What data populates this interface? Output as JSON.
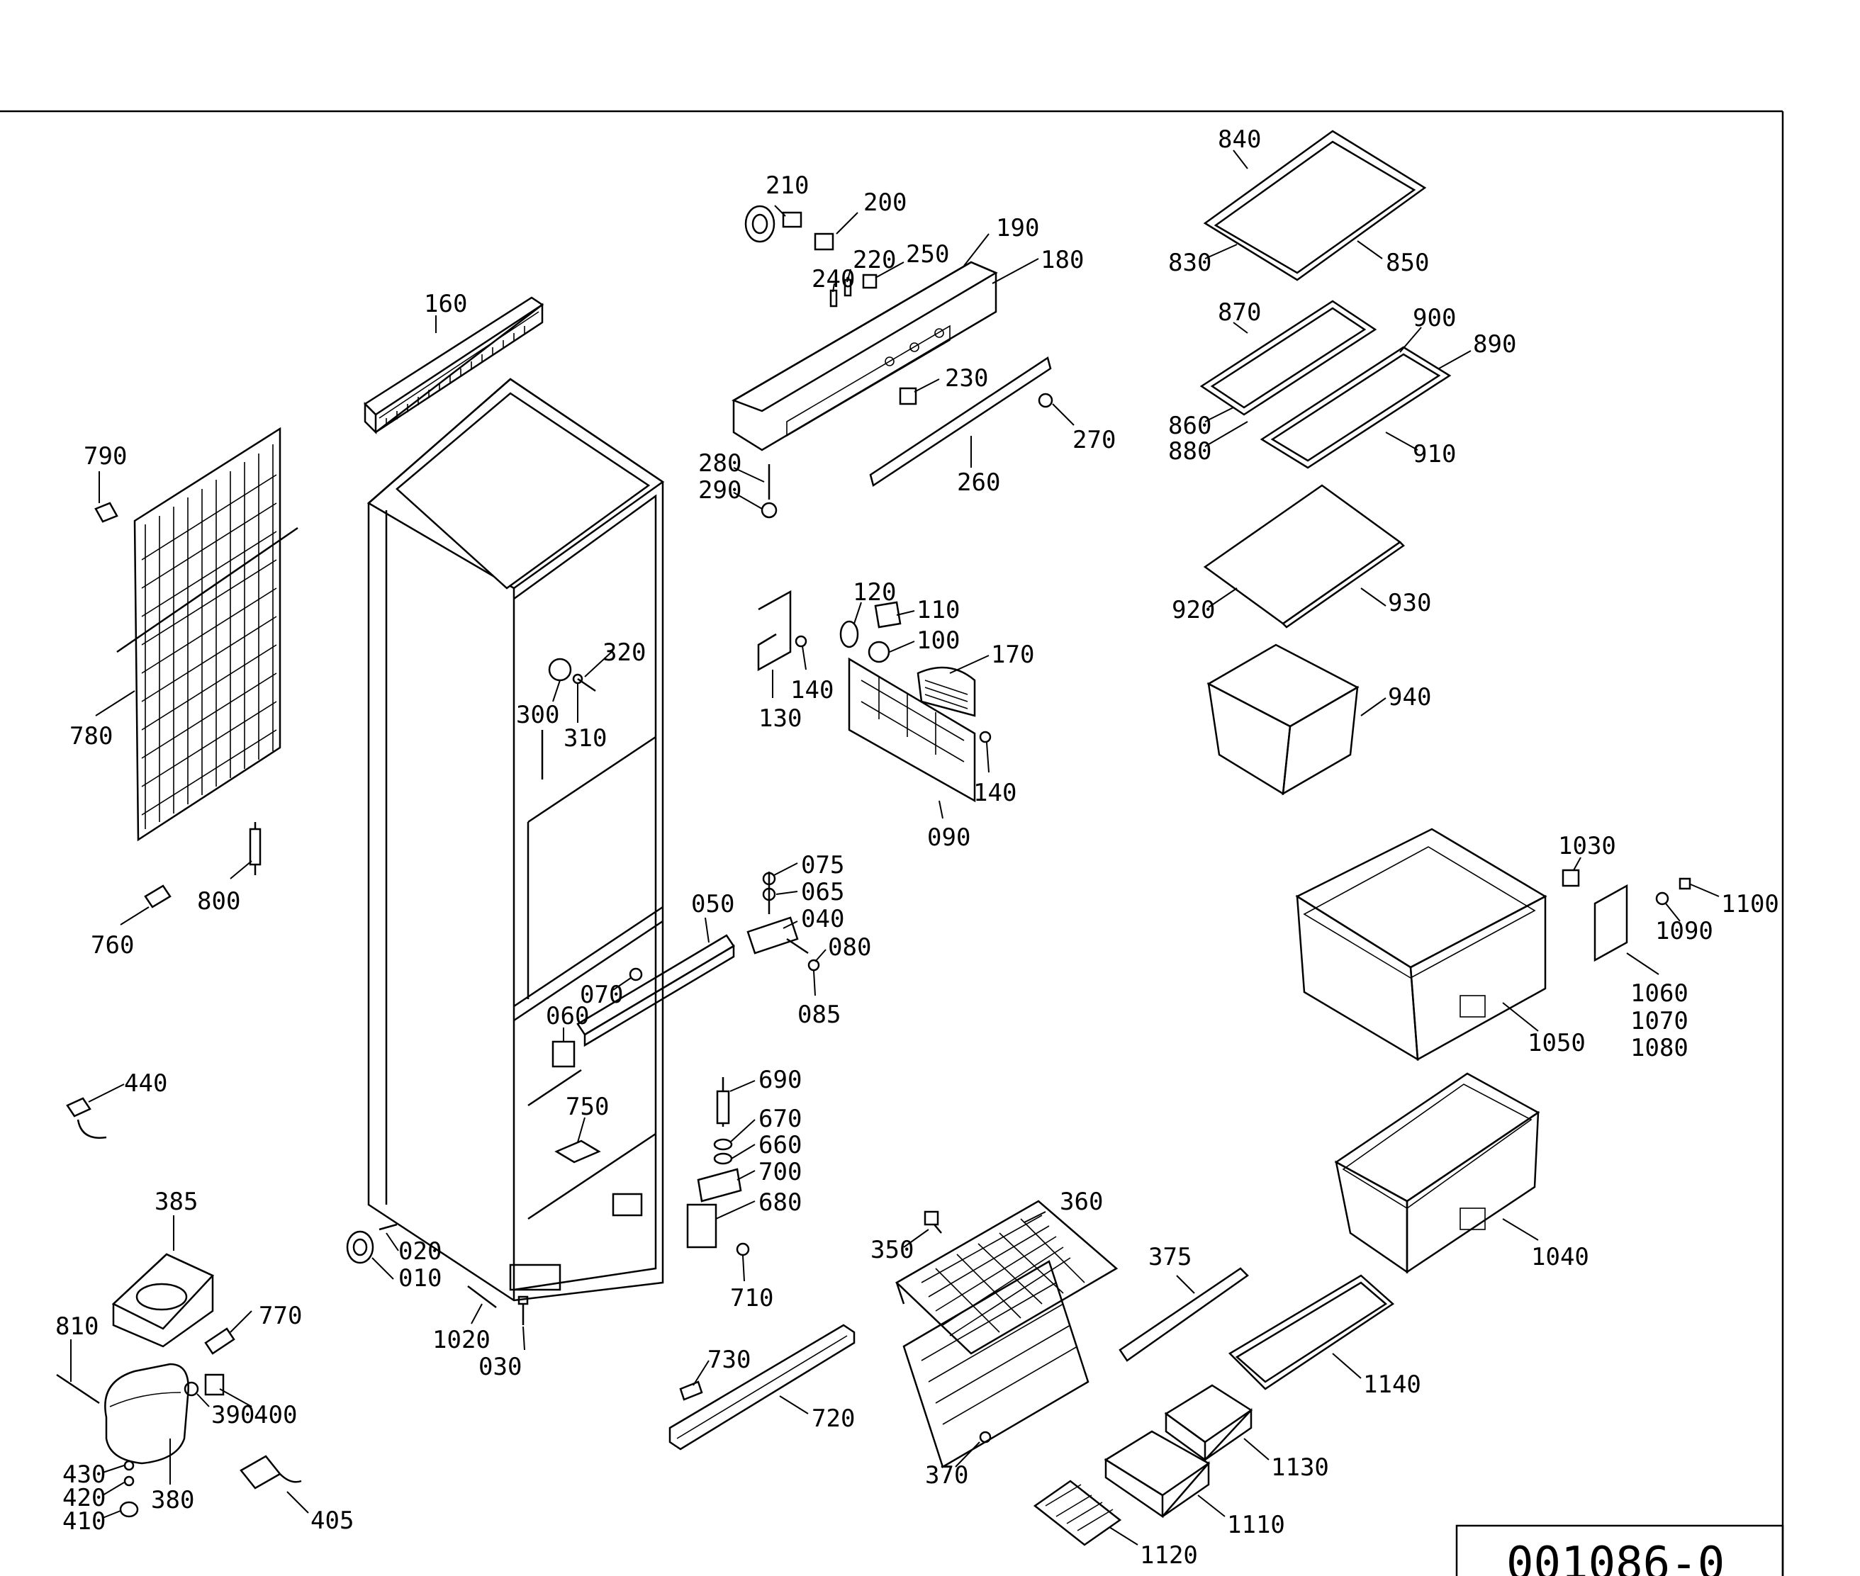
{
  "drawing_number": "001086-0",
  "labels": [
    "840",
    "830",
    "850",
    "870",
    "900",
    "890",
    "860",
    "880",
    "910",
    "920",
    "930",
    "940",
    "1030",
    "1100",
    "1090",
    "1060",
    "1070",
    "1080",
    "1050",
    "1040",
    "1140",
    "1130",
    "1110",
    "1120",
    "210",
    "200",
    "190",
    "180",
    "220",
    "250",
    "240",
    "230",
    "270",
    "260",
    "280",
    "290",
    "160",
    "790",
    "780",
    "800",
    "760",
    "120",
    "110",
    "100",
    "170",
    "130",
    "140",
    "140",
    "090",
    "300",
    "320",
    "310",
    "075",
    "065",
    "040",
    "080",
    "085",
    "050",
    "070",
    "060",
    "690",
    "670",
    "660",
    "700",
    "680",
    "710",
    "750",
    "020",
    "010",
    "1020",
    "030",
    "440",
    "385",
    "810",
    "770",
    "390",
    "400",
    "430",
    "420",
    "410",
    "380",
    "405",
    "730",
    "720",
    "360",
    "350",
    "375",
    "370"
  ]
}
